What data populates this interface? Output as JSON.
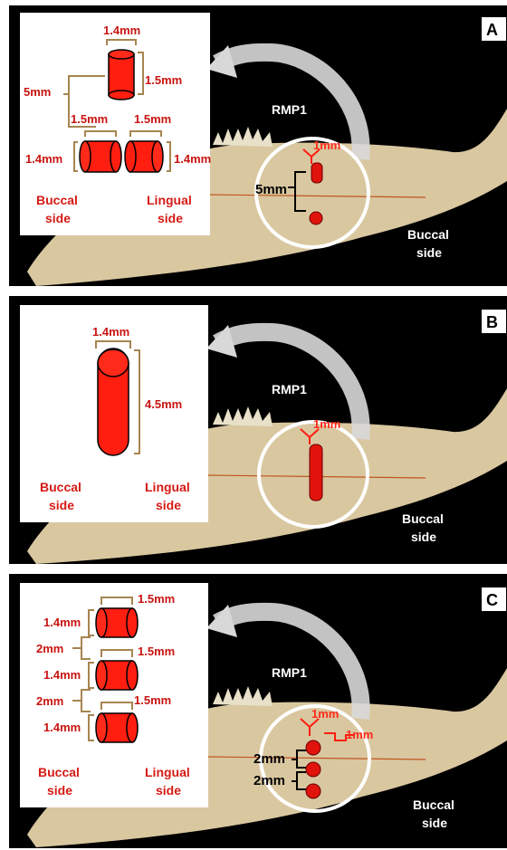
{
  "colors": {
    "implant": "#ff1e10",
    "bracket": "#a78550",
    "bone": "#d8c9a3",
    "background": "#000000"
  },
  "panels": {
    "A": {
      "letter": "A",
      "rmp": "RMP1",
      "buccal_right": [
        "Buccal",
        "side"
      ],
      "inset": {
        "top_diameter": "1.4mm",
        "top_height": "1.5mm",
        "spacing": "5mm",
        "left_height": "1.5mm",
        "right_height": "1.5mm",
        "left_diameter": "1.4mm",
        "right_diameter": "1.4mm",
        "buccal": [
          "Buccal",
          "side"
        ],
        "lingual": [
          "Lingual",
          "side"
        ]
      },
      "bone_depth": "1mm",
      "bone_spacing": "5mm"
    },
    "B": {
      "letter": "B",
      "rmp": "RMP1",
      "buccal_right": [
        "Buccal",
        "side"
      ],
      "inset": {
        "diameter": "1.4mm",
        "height": "4.5mm",
        "buccal": [
          "Buccal",
          "side"
        ],
        "lingual": [
          "Lingual",
          "side"
        ]
      },
      "bone_depth": "1mm"
    },
    "C": {
      "letter": "C",
      "rmp": "RMP1",
      "buccal_right": [
        "Buccal",
        "side"
      ],
      "inset": {
        "h1": "1.5mm",
        "h2": "1.5mm",
        "h3": "1.5mm",
        "d1": "1.4mm",
        "d2": "1.4mm",
        "d3": "1.4mm",
        "gap1": "2mm",
        "gap2": "2mm",
        "buccal": [
          "Buccal",
          "side"
        ],
        "lingual": [
          "Lingual",
          "side"
        ]
      },
      "bone_depth1": "1mm",
      "bone_depth2": "1mm",
      "bone_gap1": "2mm",
      "bone_gap2": "2mm"
    }
  }
}
